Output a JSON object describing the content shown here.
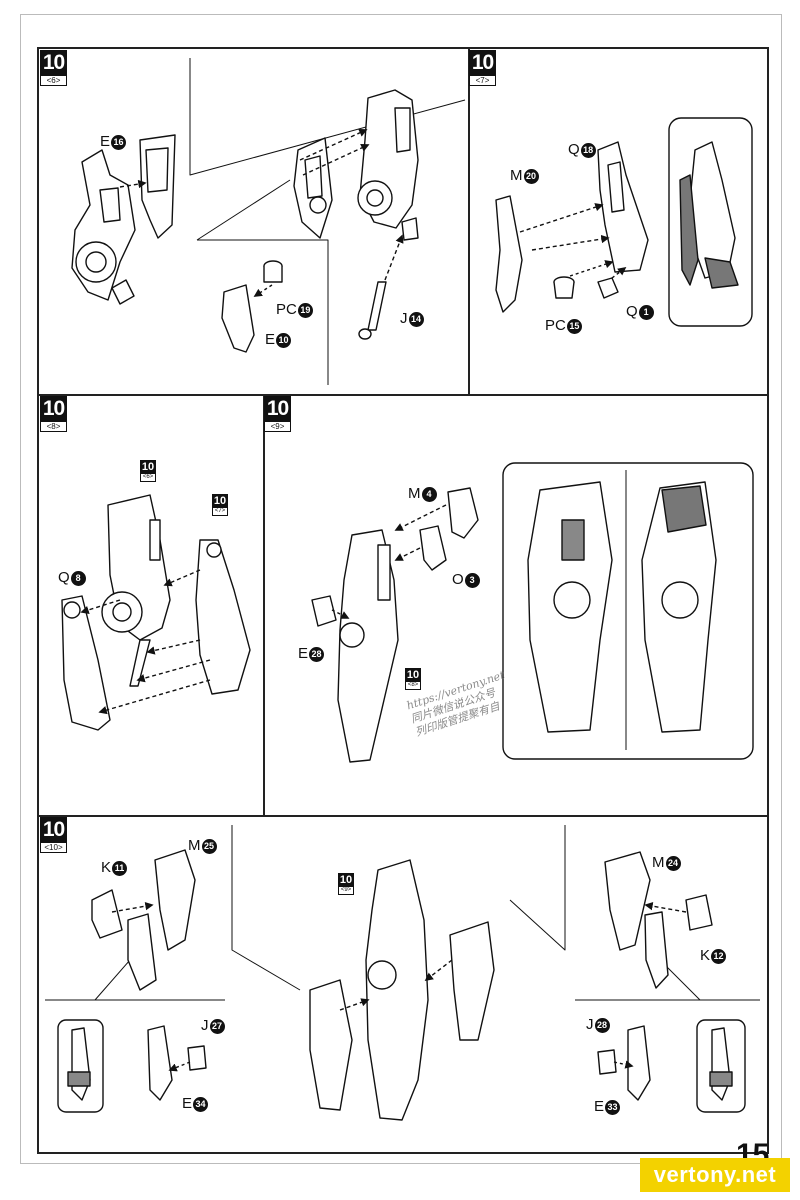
{
  "watermark": {
    "url": "https://vertony.net",
    "line1": "同片微信说公众号",
    "line2": "列印版管提聚有自"
  },
  "footer": {
    "site": "vertony.net",
    "page_number": "15"
  },
  "steps": {
    "s6": {
      "num": "10",
      "sub": "<6>",
      "parts": {
        "e16_letter": "E",
        "e16_num": "16",
        "pc19_letter": "PC",
        "pc19_num": "19",
        "e10_letter": "E",
        "e10_num": "10",
        "j14_letter": "J",
        "j14_num": "14"
      }
    },
    "s7": {
      "num": "10",
      "sub": "<7>",
      "parts": {
        "q18_letter": "Q",
        "q18_num": "18",
        "m20_letter": "M",
        "m20_num": "20",
        "pc15_letter": "PC",
        "pc15_num": "15",
        "q1_letter": "Q",
        "q1_num": "1"
      }
    },
    "s8": {
      "num": "10",
      "sub": "<8>",
      "ref_a": {
        "num": "10",
        "sub": "<6>"
      },
      "ref_b": {
        "num": "10",
        "sub": "<7>"
      },
      "parts": {
        "q8_letter": "Q",
        "q8_num": "8"
      }
    },
    "s9": {
      "num": "10",
      "sub": "<9>",
      "ref": {
        "num": "10",
        "sub": "<8>"
      },
      "parts": {
        "m4_letter": "M",
        "m4_num": "4",
        "o3_letter": "O",
        "o3_num": "3",
        "e28_letter": "E",
        "e28_num": "28"
      }
    },
    "s10": {
      "num": "10",
      "sub": "<10>",
      "ref": {
        "num": "10",
        "sub": "<9>"
      },
      "parts": {
        "k11_letter": "K",
        "k11_num": "11",
        "m25_letter": "M",
        "m25_num": "25",
        "j27_letter": "J",
        "j27_num": "27",
        "e34_letter": "E",
        "e34_num": "34",
        "m24_letter": "M",
        "m24_num": "24",
        "k12_letter": "K",
        "k12_num": "12",
        "j28_letter": "J",
        "j28_num": "28",
        "e33_letter": "E",
        "e33_num": "33"
      }
    }
  }
}
